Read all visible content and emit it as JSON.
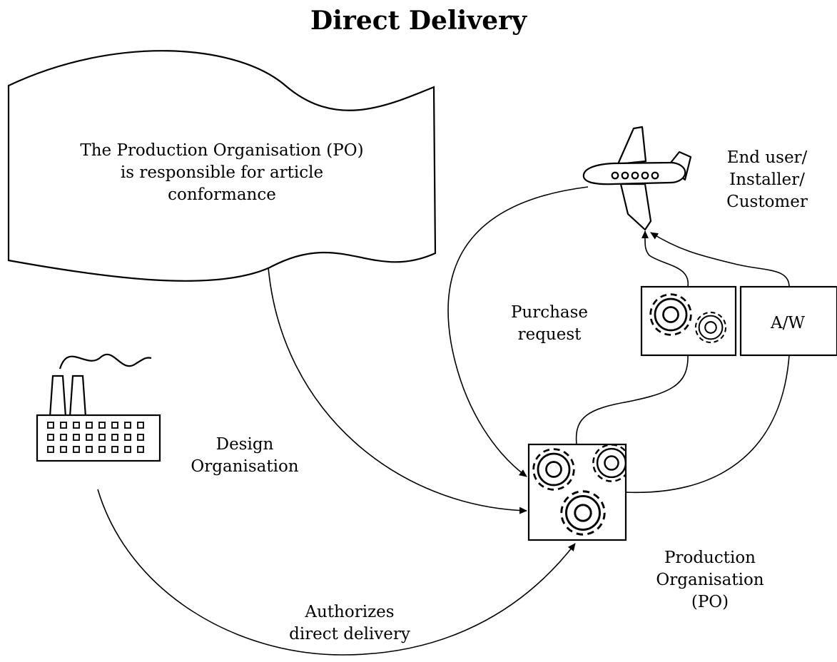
{
  "title": "Direct Delivery",
  "banner": {
    "lines": [
      "The Production Organisation (PO)",
      "is responsible for article",
      "conformance"
    ]
  },
  "end_user": {
    "lines": [
      "End user/",
      "Installer/",
      "Customer"
    ]
  },
  "purchase_request": {
    "lines": [
      "Purchase",
      "request"
    ]
  },
  "aw_box": {
    "label": "A/W"
  },
  "design_org": {
    "lines": [
      "Design",
      "Organisation"
    ]
  },
  "production_org": {
    "lines": [
      "Production",
      "Organisation",
      "(PO)"
    ]
  },
  "authorizes": {
    "lines": [
      "Authorizes",
      "direct delivery"
    ]
  },
  "icons": {
    "factory": "factory-icon",
    "airplane": "airplane-icon",
    "gears_small": "gears-icon",
    "gears_large": "gears-icon"
  },
  "colors": {
    "stroke": "#000000",
    "background": "#ffffff"
  }
}
